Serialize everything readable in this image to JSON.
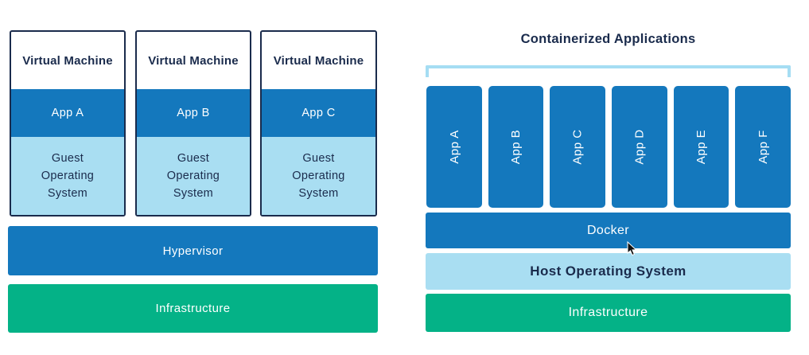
{
  "colors": {
    "blue": "#1478bd",
    "light_blue": "#a9def2",
    "green": "#04b287",
    "navy": "#1a2b4c",
    "bracket": "#a5ddf3"
  },
  "left": {
    "vms": [
      {
        "title": "Virtual Machine",
        "app": "App A",
        "os": "Guest Operating System"
      },
      {
        "title": "Virtual Machine",
        "app": "App B",
        "os": "Guest Operating System"
      },
      {
        "title": "Virtual Machine",
        "app": "App C",
        "os": "Guest Operating System"
      }
    ],
    "hypervisor": "Hypervisor",
    "infrastructure": "Infrastructure"
  },
  "right": {
    "title": "Containerized Applications",
    "apps": [
      "App A",
      "App B",
      "App C",
      "App D",
      "App E",
      "App F"
    ],
    "docker": "Docker",
    "host_os": "Host Operating System",
    "infrastructure": "Infrastructure"
  }
}
